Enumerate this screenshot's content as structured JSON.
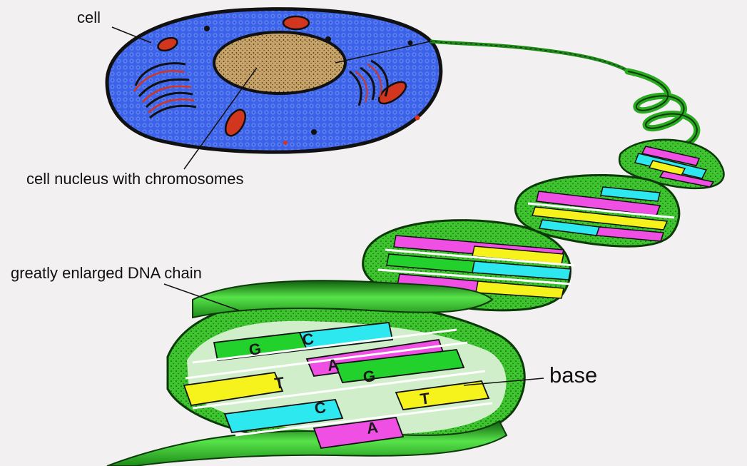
{
  "labels": {
    "cell": "cell",
    "nucleus": "cell nucleus with chromosomes",
    "dna_chain": "greatly enlarged DNA chain",
    "base": "base"
  },
  "bases": {
    "pair1_left": "G",
    "pair1_right": "C",
    "pair2_right": "A",
    "pair3_left": "T",
    "pair3_right": "G",
    "pair4_left": "C",
    "pair4_right": "T",
    "pair5_left": "A"
  },
  "colors": {
    "background": "#f2f0f1",
    "cytoplasm": "#3b62e8",
    "nucleus": "#c8a46a",
    "organelle": "#d2361f",
    "helix_backbone": "#3ec42f",
    "base_green": "#22d12c",
    "base_cyan": "#2ee8ef",
    "base_magenta": "#ef4fe3",
    "base_yellow": "#f6f21c"
  }
}
